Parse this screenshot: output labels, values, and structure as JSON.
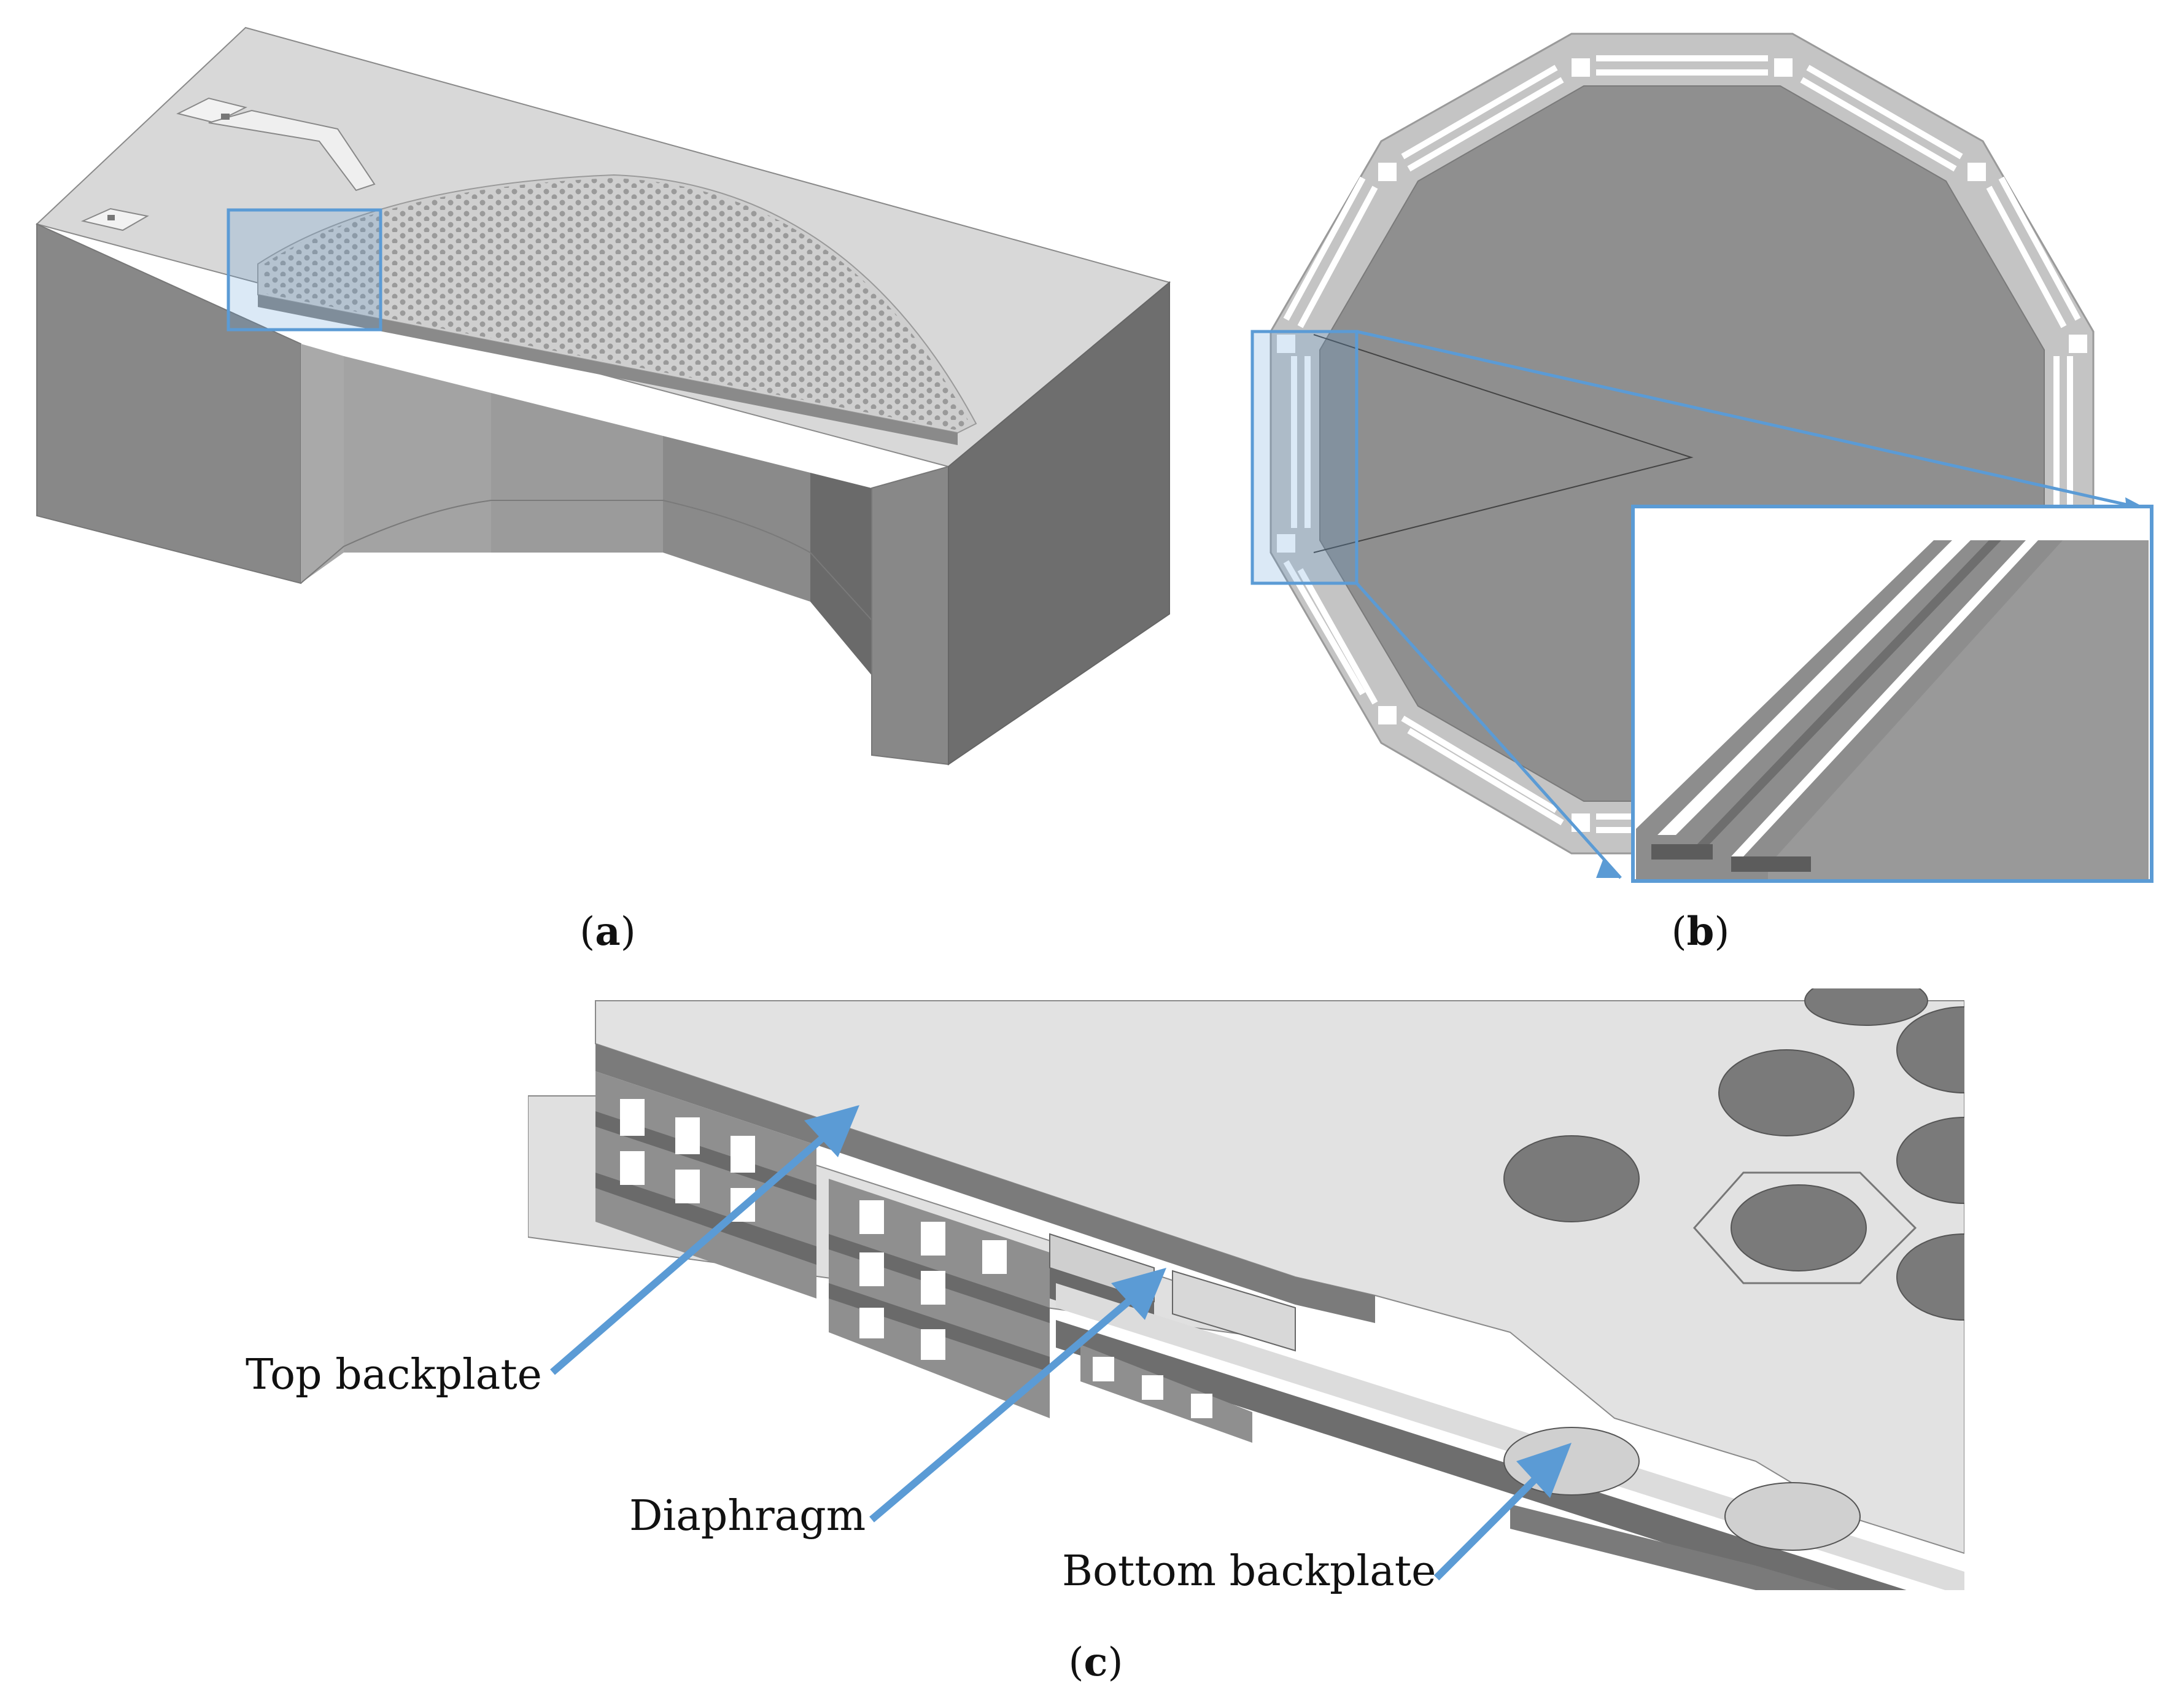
{
  "panels": {
    "a": {
      "letter": "a"
    },
    "b": {
      "letter": "b"
    },
    "c": {
      "letter": "c",
      "labels": {
        "top_backplate": "Top backplate",
        "diaphragm": "Diaphragm",
        "bottom_backplate": "Bottom backplate"
      }
    }
  },
  "colors": {
    "highlight_blue": "#5b9bd5",
    "surface_light": "#d9d9d9",
    "face_mid": "#8c8c8c",
    "face_dark": "#6e6e6e",
    "background": "#ffffff"
  }
}
